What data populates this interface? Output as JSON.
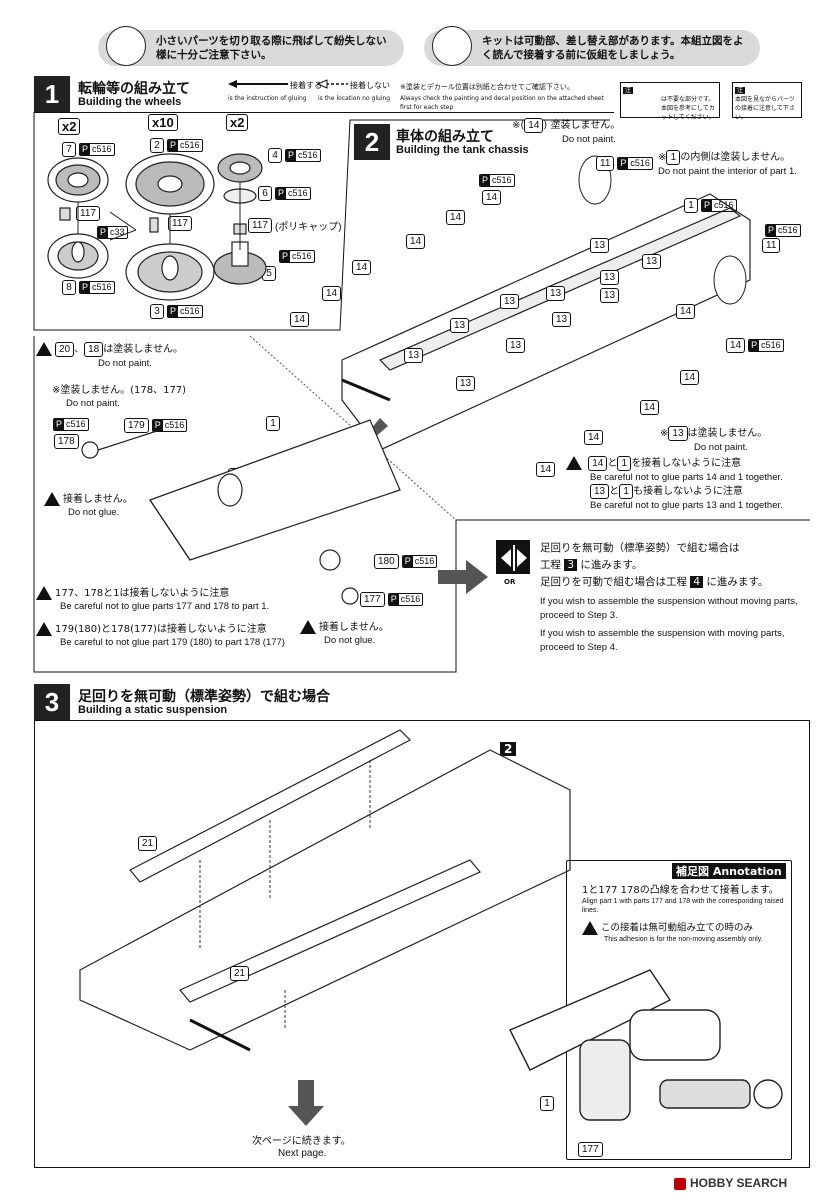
{
  "header": {
    "tip_left": "小さいパーツを切り取る際に飛ばして紛失しない様に十分ご注意下さい。",
    "tip_right": "キットは可動部、差し替え部があります。本組立図をよく読んで接着する前に仮組をしましょう。"
  },
  "step1": {
    "num": "1",
    "title_jp": "転輪等の組み立て",
    "title_en": "Building the wheels",
    "legend_glue_jp": "接着する",
    "legend_glue_en": "is the instruction of gluing",
    "legend_noglue_jp": "接着しない",
    "legend_noglue_en": "is the location no gluing",
    "paint_note_jp": "※塗装とデカール位置は別紙と合わせてご確認下さい。",
    "paint_note_en": "Always check the painting and decal position on the attached sheet first for each step",
    "caution1_label": "注",
    "caution1_text": "は不要な部分です。本図を参考にしてカットしてください。",
    "caution2_label": "注",
    "caution2_text": "本図を見ながらパーツの接着に注意して下さい。",
    "mult_a": "x2",
    "mult_b": "x10",
    "mult_c": "x2",
    "parts": {
      "p7": "7",
      "p2": "2",
      "p4": "4",
      "p6": "6",
      "p117a": "117",
      "p117b": "117",
      "p117c": "117",
      "p8": "8",
      "p3": "3",
      "p5": "5",
      "polycap": "(ポリキャップ)",
      "pb_letter": "P",
      "pb_code": "c516",
      "pb_code2": "c33"
    }
  },
  "step2": {
    "num": "2",
    "title_jp": "車体の組み立て",
    "title_en": "Building the tank chassis",
    "note14_prefix": "※",
    "note14_part": "14",
    "note14_jp": "塗装しません。",
    "note14_en": "Do not paint.",
    "note1_prefix": "※",
    "note1_part": "1",
    "note1_jp": "の内側は塗装しません。",
    "note1_en": "Do not paint the interior of part 1.",
    "note13_prefix": "※",
    "note13_part": "13",
    "note13_jp": "は塗装しません。",
    "note13_en": "Do not paint.",
    "warn1_jp_a": "14",
    "warn1_jp_b": "と",
    "warn1_jp_c": "1",
    "warn1_jp_d": "を接着しないように注意",
    "warn1_en": "Be careful not to glue parts 14 and 1 together.",
    "warn2_jp_a": "13",
    "warn2_jp_b": "と",
    "warn2_jp_c": "1",
    "warn2_jp_d": "も接着しないように注意",
    "warn2_en": "Be careful not to glue parts 13 and 1 together.",
    "labels": {
      "p11": "11",
      "p1": "1",
      "p14": "14",
      "p13": "13"
    }
  },
  "substep": {
    "warn_a_part1": "20",
    "warn_a_part2": "18",
    "warn_a_jp": "は塗装しません。",
    "warn_a_en": "Do not paint.",
    "note_b_jp": "※塗装しません。",
    "note_b_parts": "(178、177)",
    "note_b_en": "Do not paint.",
    "noglue_jp": "接着しません。",
    "noglue_en": "Do not glue.",
    "noglue2_jp": "接着しません。",
    "noglue2_en": "Do not glue.",
    "warn_c_jp": "177、178と1は接着しないように注意",
    "warn_c_en": "Be careful not to glue parts 177 and 178 to part 1.",
    "warn_d_jp": "179(180)と178(177)は接着しないように注意",
    "warn_d_en": "Be careful to not glue part 179 (180) to part 178 (177)",
    "labels": {
      "p178": "178",
      "p179": "179",
      "p1": "1",
      "p18": "18",
      "p20": "20",
      "p180": "180",
      "p177": "177"
    }
  },
  "choice": {
    "or_label": "OR",
    "line1_jp": "足回りを無可動（標準姿勢）で組む場合は",
    "line2_jp_a": "工程",
    "line2_step": "3",
    "line2_jp_b": "に進みます。",
    "line3_jp_a": "足回りを可動で組む場合は工程",
    "line3_step": "4",
    "line3_jp_b": "に進みます。",
    "en1": "If you wish to assemble the suspension without moving parts, proceed to Step 3.",
    "en2": "If you wish to assemble the suspension with moving parts, proceed to Step 4."
  },
  "step3": {
    "num": "3",
    "title_jp": "足回りを無可動（標準姿勢）で組む場合",
    "title_en": "Building a static suspension",
    "ref_step": "2",
    "p21a": "21",
    "p21b": "21",
    "annotation_title": "補足図 Annotation",
    "ann_jp": "1と177 178の凸線を合わせて接着します。",
    "ann_en": "Align part 1 with parts 177 and 178 with the corresponding raised lines.",
    "ann_warn_jp": "この接着は無可動組み立ての時のみ",
    "ann_warn_en": "This adhesion is for the non-moving assembly only.",
    "ann_p1": "1",
    "ann_p177": "177",
    "next_jp": "次ページに続きます。",
    "next_en": "Next page."
  },
  "footer": {
    "watermark": "HOBBY SEARCH"
  }
}
